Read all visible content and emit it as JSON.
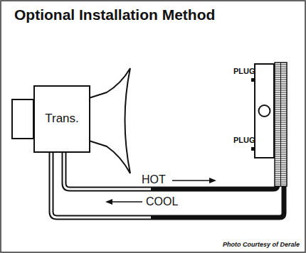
{
  "diagram": {
    "title": "Optional Installation Method",
    "caption": "Photo Courtesy of Derale",
    "nodes": [
      {
        "text": [
          "Trans."
        ]
      }
    ],
    "labels": [
      "PLUG",
      "PLUG",
      "HOT",
      "COOL"
    ]
  }
}
